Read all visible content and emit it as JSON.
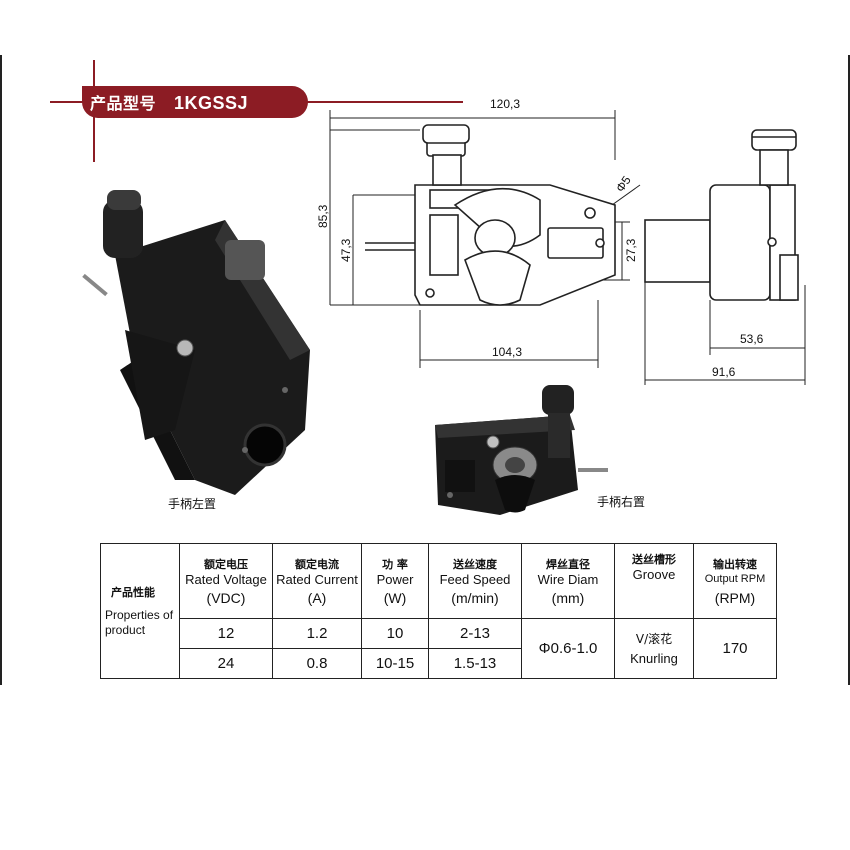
{
  "header": {
    "model_label": "产品型号",
    "model_number": "1KGSSJ"
  },
  "dimensions": {
    "d_120_3": "120,3",
    "d_85_3": "85,3",
    "d_47_3": "47,3",
    "d_27_3": "27,3",
    "d_phi5": "Φ5",
    "d_104_3": "104,3",
    "d_53_6": "53,6",
    "d_91_6": "91,6"
  },
  "captions": {
    "left_handle": "手柄左置",
    "right_handle": "手柄右置"
  },
  "spec_table": {
    "row_label_zh": "产品性能",
    "row_label_en": "Properties of product",
    "columns": [
      {
        "zh": "额定电压",
        "en": "Rated Voltage",
        "unit": "(VDC)"
      },
      {
        "zh": "额定电流",
        "en": "Rated Current",
        "unit": "(A)"
      },
      {
        "zh": "功 率",
        "en": "Power",
        "unit": "(W)"
      },
      {
        "zh": "送丝速度",
        "en": "Feed Speed",
        "unit": "(m/min)"
      },
      {
        "zh": "焊丝直径",
        "en": "Wire Diam",
        "unit": "(mm)"
      },
      {
        "zh": "送丝槽形",
        "en": "Groove",
        "unit": ""
      },
      {
        "zh": "输出转速",
        "en": "Output RPM",
        "unit": "(RPM)"
      }
    ],
    "rows": [
      [
        "12",
        "1.2",
        "10",
        "2-13"
      ],
      [
        "24",
        "0.8",
        "10-15",
        "1.5-13"
      ]
    ],
    "wire_diam": "Φ0.6-1.0",
    "groove_line1": "V/滚花",
    "groove_line2": "Knurling",
    "rpm": "170"
  },
  "colors": {
    "banner": "#8c1c24",
    "product": "#1b1b1b"
  }
}
